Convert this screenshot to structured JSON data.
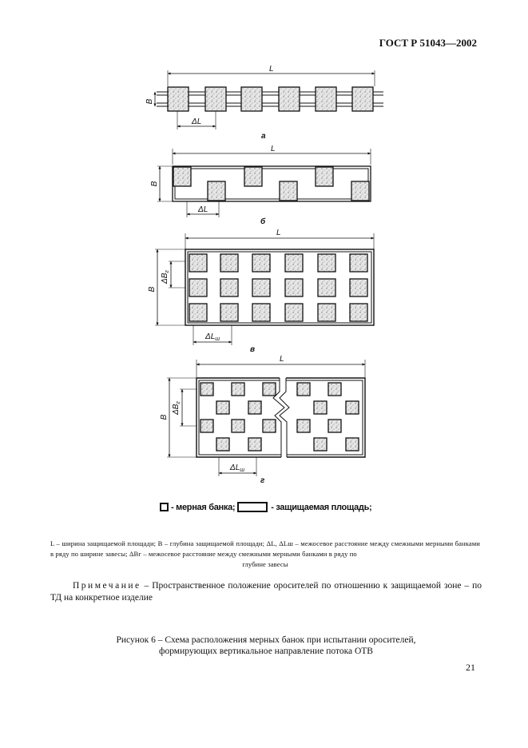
{
  "header": {
    "standard_code": "ГОСТ Р 51043—2002"
  },
  "figure": {
    "labels": {
      "length": "L",
      "depth": "B",
      "delta_l": "ΔL",
      "delta_l_sh": "ΔL",
      "delta_l_sh_sub": "ш",
      "delta_b": "ΔB",
      "delta_b_sub": "г"
    },
    "panels": [
      {
        "letter": "а"
      },
      {
        "letter": "б"
      },
      {
        "letter": "в"
      },
      {
        "letter": "г"
      }
    ],
    "legend": {
      "jar_label": "- мерная банка;",
      "area_label": "- защищаемая площадь;"
    }
  },
  "definitions": {
    "line1": "L – ширина защищаемой площади; B – глубина защищаемой площади; ΔL, ΔLш – межосевое расстояние между смежными мерными банками в ряду по ширине завесы; ΔBг – межосевое расстояние между смежными мерными банками в ряду по",
    "line2": "глубине завесы"
  },
  "note": {
    "prefix": "Примечание",
    "text": " – Пространственное положение оросителей по отношению к защищаемой зоне – по ТД на конкретное изделие"
  },
  "figure_caption": {
    "line1": "Рисунок 6 – Схема расположения мерных банок при испытании оросителей,",
    "line2": "формирующих вертикальное направление потока ОТВ"
  },
  "page_number": "21"
}
